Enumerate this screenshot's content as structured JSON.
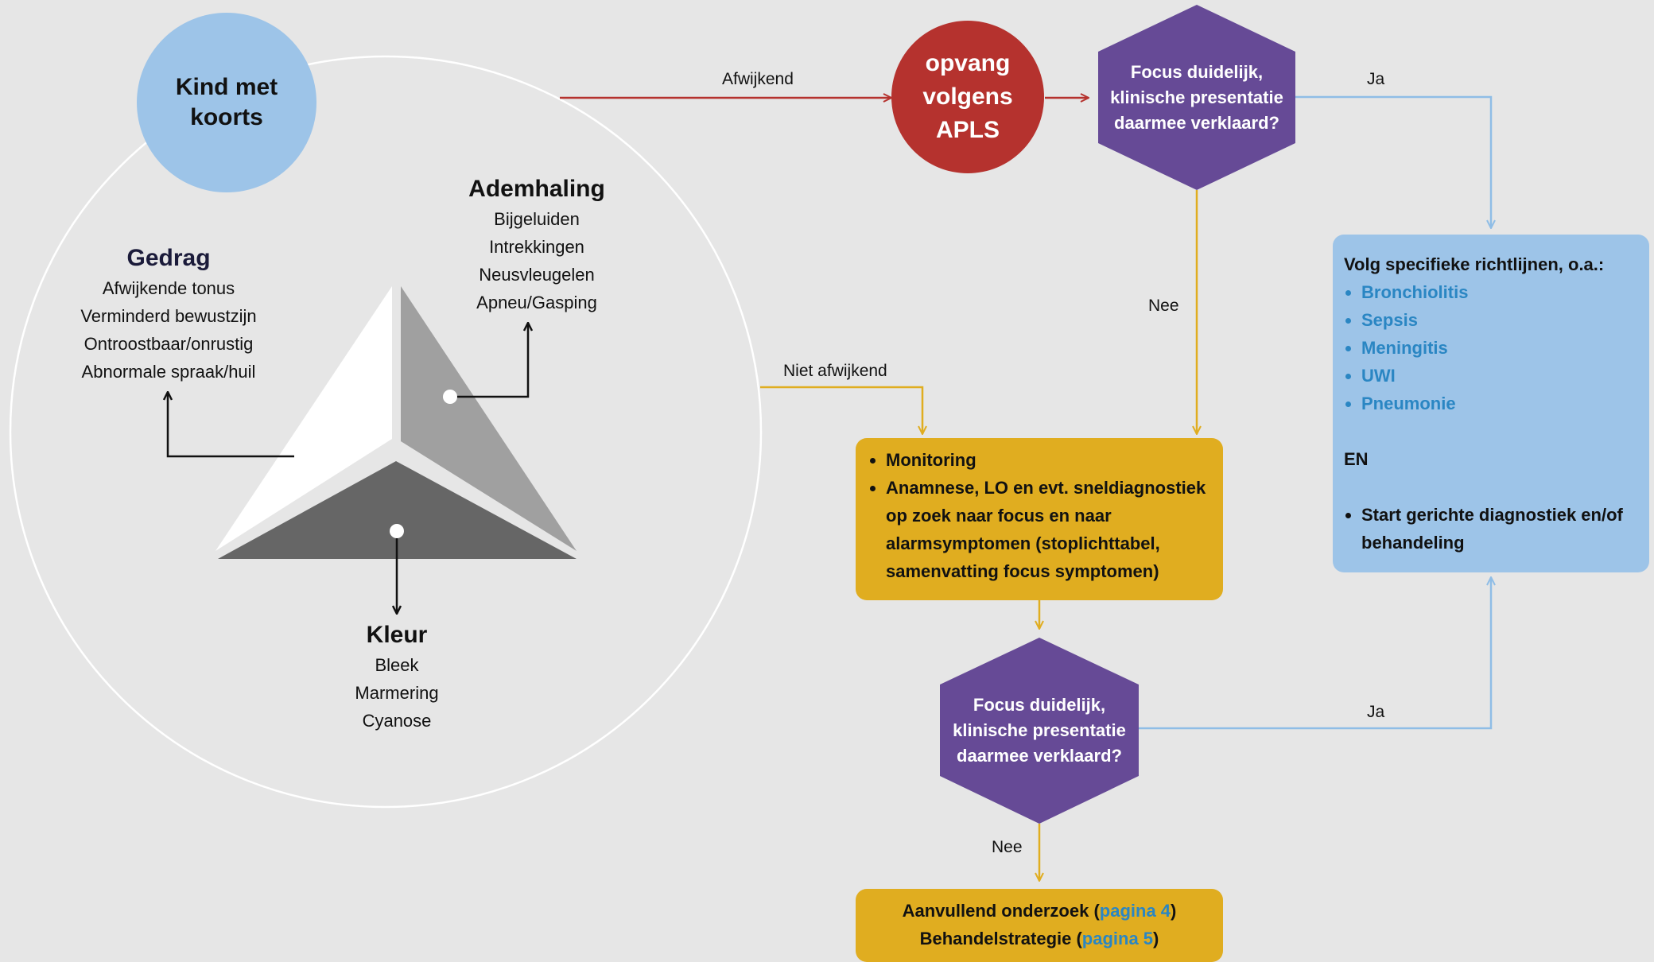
{
  "colors": {
    "background": "#e6e6e6",
    "start_circle": "#9dc4e8",
    "apls_circle": "#b5322e",
    "decision_hexagon": "#664a96",
    "yellow_box": "#e0ad20",
    "blue_box": "#9dc4e8",
    "link_text": "#2a86c3",
    "red_arrow": "#b5322e",
    "yellow_arrow": "#e0ad20",
    "blue_arrow": "#8fbde6"
  },
  "start": {
    "label": "Kind met\nkoorts"
  },
  "triangle": {
    "gedrag": {
      "title": "Gedrag",
      "items": [
        "Afwijkende tonus",
        "Verminderd bewustzijn",
        "Ontroostbaar/onrustig",
        "Abnormale spraak/huil"
      ]
    },
    "ademhaling": {
      "title": "Ademhaling",
      "items": [
        "Bijgeluiden",
        "Intrekkingen",
        "Neusvleugelen",
        "Apneu/Gasping"
      ]
    },
    "kleur": {
      "title": "Kleur",
      "items": [
        "Bleek",
        "Marmering",
        "Cyanose"
      ]
    }
  },
  "apls": {
    "label": "opvang\nvolgens\nAPLS"
  },
  "decision_top": {
    "label": "Focus duidelijk,\nklinische presentatie\ndaarmee verklaard?"
  },
  "decision_bottom": {
    "label": "Focus duidelijk,\nklinische presentatie\ndaarmee verklaard?"
  },
  "edges": {
    "afwijkend": "Afwijkend",
    "niet_afwijkend": "Niet afwijkend",
    "ja_top": "Ja",
    "nee_top": "Nee",
    "ja_bottom": "Ja",
    "nee_bottom": "Nee"
  },
  "monitoring_box": {
    "items": [
      "Monitoring",
      "Anamnese, LO en evt. sneldiagnostiek op zoek naar focus en naar alarmsymptomen (stoplichttabel, samenvatting focus symptomen)"
    ]
  },
  "guidelines_box": {
    "intro": "Volg specifieke richtlijnen, o.a.:",
    "links": [
      "Bronchiolitis",
      "Sepsis",
      "Meningitis",
      "UWI",
      "Pneumonie"
    ],
    "and_label": "EN",
    "action": "Start gerichte diagnostiek en/of behandeling"
  },
  "final_box": {
    "line1_text": "Aanvullend onderzoek (",
    "line1_link": "pagina 4",
    "line1_end": ")",
    "line2_text": "Behandelstrategie (",
    "line2_link": "pagina 5",
    "line2_end": ")"
  }
}
